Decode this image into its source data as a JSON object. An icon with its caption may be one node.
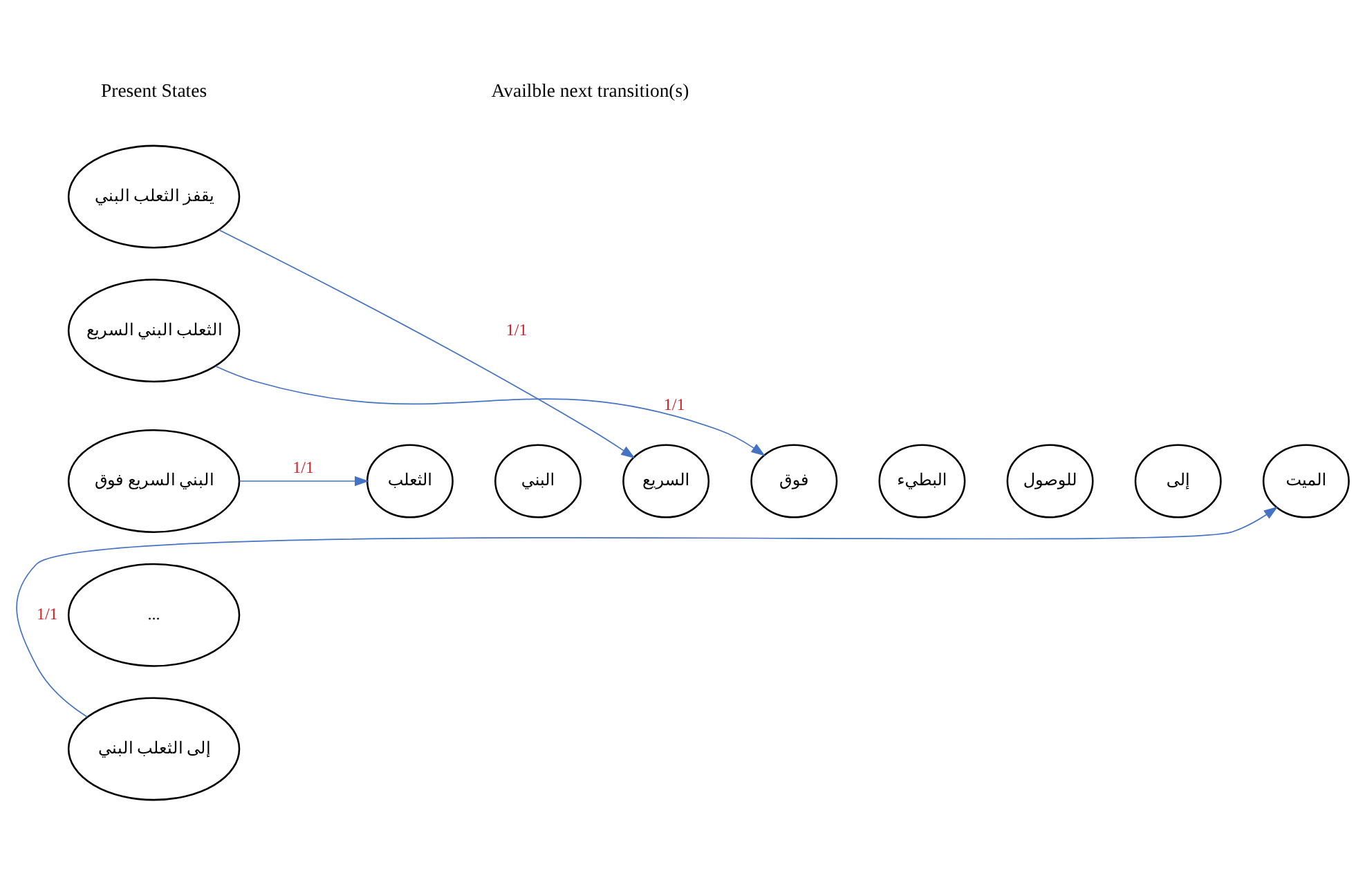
{
  "diagram": {
    "nodes": [
      {
        "text": [
          "يقفز الثعلب البني"
        ]
      },
      {
        "text": [
          "الثعلب البني السريع"
        ]
      },
      {
        "text": [
          "البني السريع فوق"
        ]
      },
      {
        "text": [
          "..."
        ]
      },
      {
        "text": [
          "إلى الثعلب البني"
        ]
      },
      {
        "text": [
          "الثعلب"
        ]
      },
      {
        "text": [
          "البني"
        ]
      },
      {
        "text": [
          "السريع"
        ]
      },
      {
        "text": [
          "فوق"
        ]
      },
      {
        "text": [
          "البطيء"
        ]
      },
      {
        "text": [
          "للوصول"
        ]
      },
      {
        "text": [
          "إلى"
        ]
      },
      {
        "text": [
          "الميت"
        ]
      }
    ],
    "edges": [
      {
        "from": 0,
        "to": 7,
        "arrow": "to",
        "label": "1/1"
      },
      {
        "from": 1,
        "to": 8,
        "arrow": "to",
        "label": "1/1"
      },
      {
        "from": 2,
        "to": 5,
        "arrow": "to",
        "label": "1/1"
      },
      {
        "from": 4,
        "to": 12,
        "arrow": "to",
        "label": "1/1"
      }
    ],
    "labels": [
      "Present States",
      "Availble next transition(s)"
    ]
  }
}
